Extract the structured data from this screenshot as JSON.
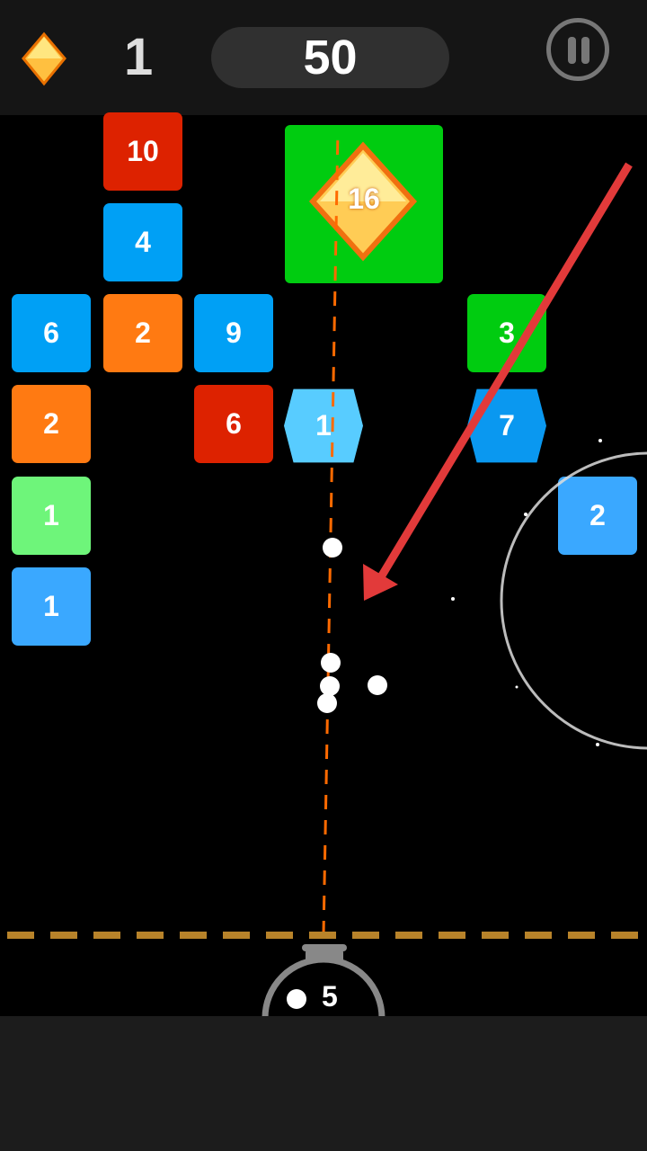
{
  "header": {
    "gem_count": "1",
    "score": "50"
  },
  "blocks": [
    {
      "label": "10",
      "color": "#dd2200"
    },
    {
      "label": "4",
      "color": "#00a0f5"
    },
    {
      "label": "6",
      "color": "#00a0f5"
    },
    {
      "label": "2",
      "color": "#ff7a12"
    },
    {
      "label": "9",
      "color": "#00a0f5"
    },
    {
      "label": "3",
      "color": "#00cc10"
    },
    {
      "label": "2",
      "color": "#ff7a12"
    },
    {
      "label": "6",
      "color": "#dd2200"
    },
    {
      "label": "1",
      "color": "#58ccff"
    },
    {
      "label": "7",
      "color": "#0a98f0"
    },
    {
      "label": "1",
      "color": "#6ef57a"
    },
    {
      "label": "2",
      "color": "#3aa8ff"
    },
    {
      "label": "1",
      "color": "#3aa8ff"
    }
  ],
  "gem_block": {
    "label": "16"
  },
  "launcher": {
    "ball_count": "5"
  }
}
